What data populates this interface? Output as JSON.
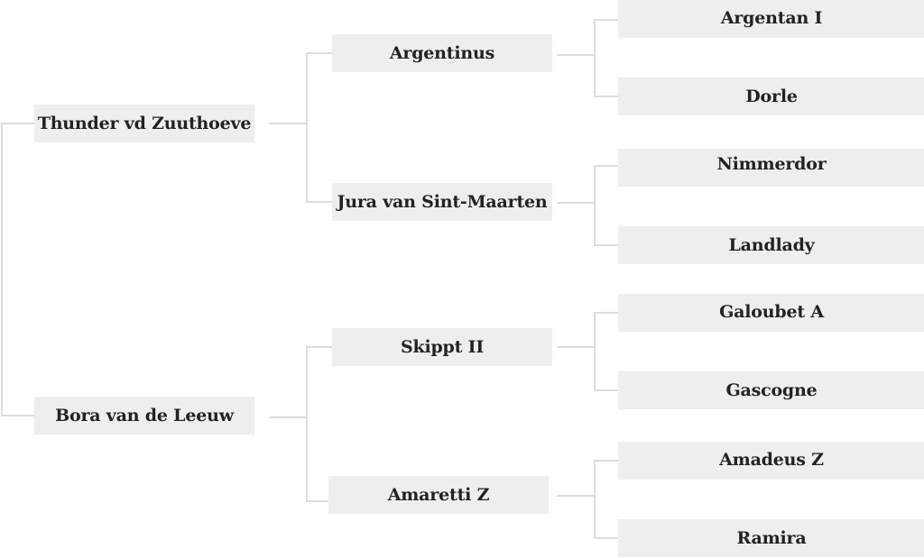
{
  "pedigree": {
    "sire": {
      "name": "Thunder vd Zuuthoeve",
      "sire": {
        "name": "Argentinus",
        "sire": {
          "name": "Argentan I"
        },
        "dam": {
          "name": "Dorle"
        }
      },
      "dam": {
        "name": "Jura van Sint-Maarten",
        "sire": {
          "name": "Nimmerdor"
        },
        "dam": {
          "name": "Landlady"
        }
      }
    },
    "dam": {
      "name": "Bora van de Leeuw",
      "sire": {
        "name": "Skippt II",
        "sire": {
          "name": "Galoubet A"
        },
        "dam": {
          "name": "Gascogne"
        }
      },
      "dam": {
        "name": "Amaretti Z",
        "sire": {
          "name": "Amadeus Z"
        },
        "dam": {
          "name": "Ramira"
        }
      }
    }
  },
  "colors": {
    "node_background": "#eeeeee",
    "connector": "#dddddd",
    "text": "#222222"
  }
}
